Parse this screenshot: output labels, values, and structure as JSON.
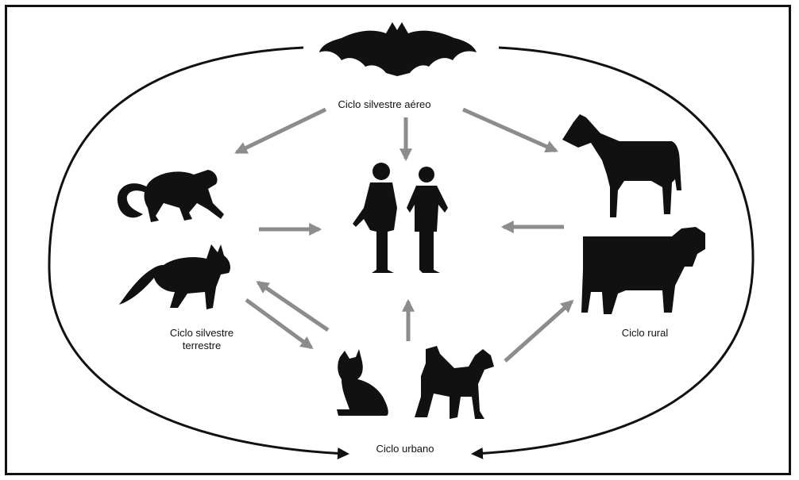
{
  "labels": {
    "aerial": "Ciclo silvestre aéreo",
    "terrestrial_line1": "Ciclo silvestre",
    "terrestrial_line2": "terrestre",
    "rural": "Ciclo rural",
    "urban": "Ciclo urbano"
  },
  "icons": {
    "bat": "bat-icon",
    "monkey": "monkey-icon",
    "fox": "fox-icon",
    "humans": "humans-icon",
    "horse": "horse-icon",
    "cow": "cow-icon",
    "cat": "cat-icon",
    "dog": "dog-icon"
  },
  "colors": {
    "ink": "#111111",
    "arrow": "#8c8c8c",
    "background": "#ffffff"
  }
}
